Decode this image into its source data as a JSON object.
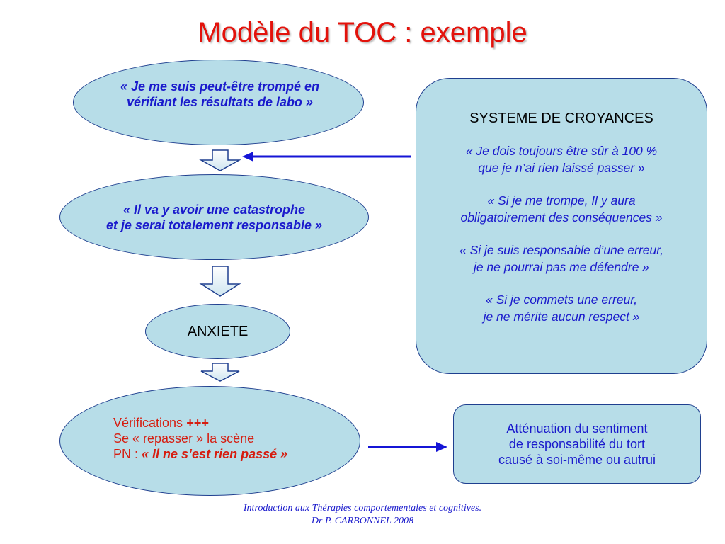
{
  "title": "Modèle du TOC : exemple",
  "thought1": [
    "« Je me suis peut-être trompé en",
    "vérifiant les résultats de labo »"
  ],
  "thought2": [
    "« Il va y avoir une catastrophe",
    "et je serai totalement responsable »"
  ],
  "emotion": "ANXIETE",
  "behaviors": {
    "line1_text": "Vérifications ",
    "line1_emph": "+++",
    "line2": "Se « repasser » la scène",
    "line3_text": "PN : ",
    "line3_emph": "« Il ne s’est rien passé »"
  },
  "beliefs": {
    "heading": "SYSTEME DE CROYANCES",
    "items": [
      [
        "« Je dois toujours être sûr à 100 %",
        "que je n’ai rien laissé passer »"
      ],
      [
        "« Si je me trompe, Il y aura",
        "obligatoirement des conséquences »"
      ],
      [
        "« Si je suis responsable d’une erreur,",
        "je ne pourrai pas me défendre »"
      ],
      [
        "« Si je commets une erreur,",
        "je ne mérite aucun respect »"
      ]
    ]
  },
  "result": [
    "Atténuation du sentiment",
    "de responsabilité du tort",
    "causé à soi-même ou autrui"
  ],
  "footer": {
    "line1": "Introduction aux Thérapies comportementales et cognitives.",
    "line2": "Dr P. CARBONNEL 2008"
  },
  "colors": {
    "title": "#e3120b",
    "fill": "#b7dde8",
    "border": "#1f3f8f",
    "text_blue": "#1a1acc",
    "text_red": "#d61d10",
    "arrow": "#1515d6"
  }
}
